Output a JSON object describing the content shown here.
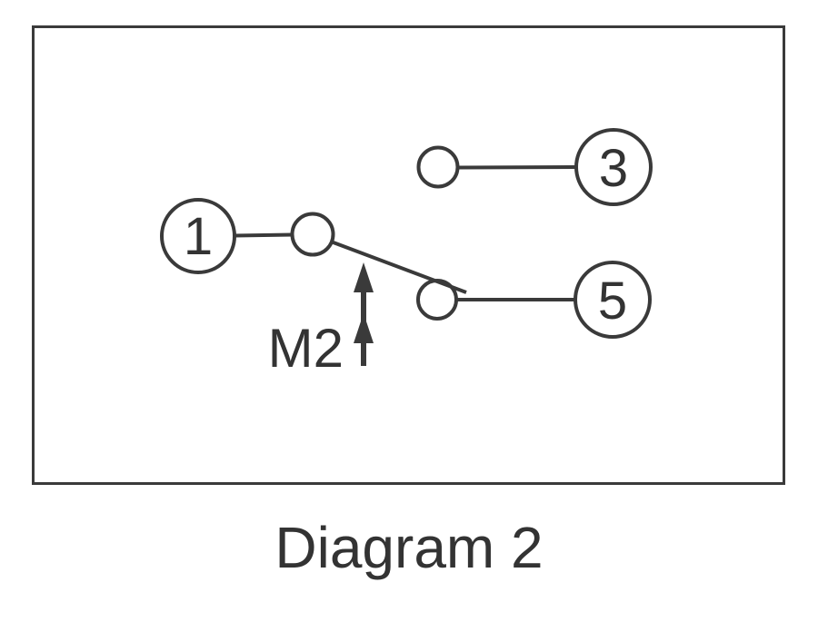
{
  "colors": {
    "line": "#3a3a3a",
    "text": "#333333",
    "background": "#ffffff"
  },
  "diagram": {
    "caption": "Diagram 2",
    "actuator_label": "M2",
    "terminals": {
      "t1": "1",
      "t3": "3",
      "t5": "5"
    }
  }
}
